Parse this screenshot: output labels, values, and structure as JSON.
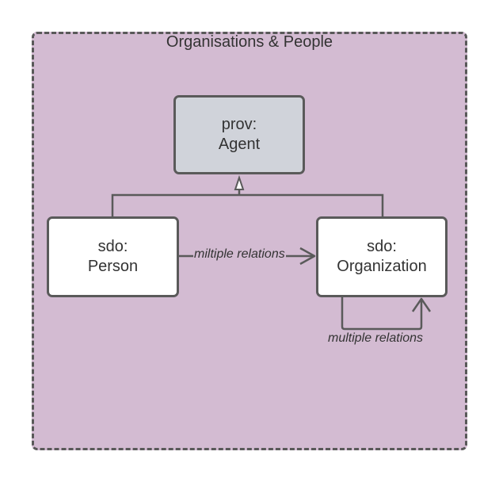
{
  "title": "Organisations & People",
  "nodes": {
    "agent": {
      "prefix": "prov:",
      "name": "Agent"
    },
    "person": {
      "prefix": "sdo:",
      "name": "Person"
    },
    "organization": {
      "prefix": "sdo:",
      "name": "Organization"
    }
  },
  "edges": {
    "person_to_org": "miltiple relations",
    "org_to_self": "multiple relations"
  },
  "colors": {
    "frame_fill": "#d3bbd2",
    "frame_border": "#595959",
    "agent_fill": "#d0d3da",
    "node_fill": "#ffffff",
    "stroke": "#5a5a5a",
    "text": "#333333"
  }
}
